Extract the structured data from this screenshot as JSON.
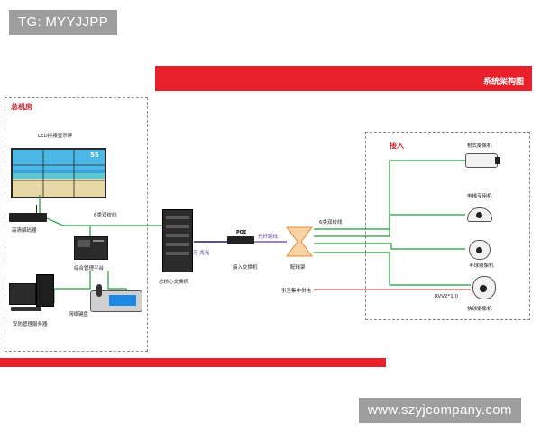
{
  "watermarks": {
    "top": "TG: MYYJJPP",
    "bottom": "www.szyjcompany.com"
  },
  "banner": {
    "title": "系统架构图"
  },
  "control_room": {
    "title": "总机房",
    "led_wall_label": "LED拼接显示屏",
    "screen_size_text": "55",
    "decoder_label": "高清解码器",
    "platform_label": "综合管理平台",
    "server_label": "安防管理服务器",
    "keyboard_label": "网络键盘",
    "cable_label": "6类双绞线"
  },
  "core": {
    "switch_label": "总核心交换机",
    "link_label": "万·兆光"
  },
  "access": {
    "poe_text": "POE",
    "switch_label": "接入交换机",
    "fiber_label": "光纤跳线",
    "patch_label": "配线架",
    "cable_label": "6类双绞线",
    "power_label": "引至集中供电",
    "power_cable": "RVV2*1.0"
  },
  "access_zone": {
    "title": "接入",
    "cameras": [
      {
        "label": "枪式摄像机",
        "icon": "bullet-camera-icon"
      },
      {
        "label": "电梯专用机",
        "icon": "elevator-dome-camera-icon"
      },
      {
        "label": "半球摄像机",
        "icon": "dome-camera-icon"
      },
      {
        "label": "快球摄像机",
        "icon": "speed-dome-camera-icon"
      }
    ]
  },
  "colors": {
    "accent_red": "#e8202a",
    "link_green": "#1f9a3a",
    "fiber_purple": "#5b3fa0",
    "power_red": "#c62828",
    "patch_orange": "#ef8a2c"
  }
}
